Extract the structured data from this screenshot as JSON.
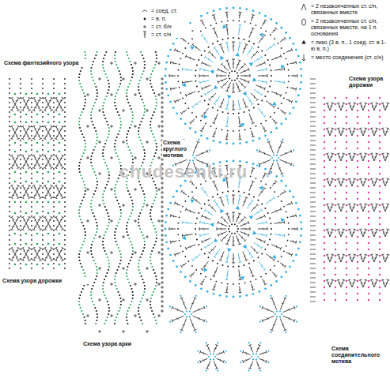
{
  "diagram": {
    "labels": [
      "Схема фантазийного узора",
      "Схема круглого мотива",
      "Схема узора дорожки",
      "Схема узора дорожки",
      "Схема узора арки",
      "Схема соединительного мотива",
      "chudesenki.ru"
    ],
    "legend": [
      {
        "text": "= соед. ст."
      },
      {
        "text": "= в. п."
      },
      {
        "text": "= ст. б/н"
      },
      {
        "text": "= ст. с/н"
      },
      {
        "text": "= 2 незаконченных ст. с/н, связанных вместе"
      },
      {
        "text": "= 2 незаконченных ст. с/н, связанных вместе, на 1 п. основания"
      },
      {
        "text": "= пико (3 в. п., 1 соед. ст. в 1-ю в. п.)"
      },
      {
        "text": "= место соединения (ст. с/н)"
      }
    ]
  }
}
